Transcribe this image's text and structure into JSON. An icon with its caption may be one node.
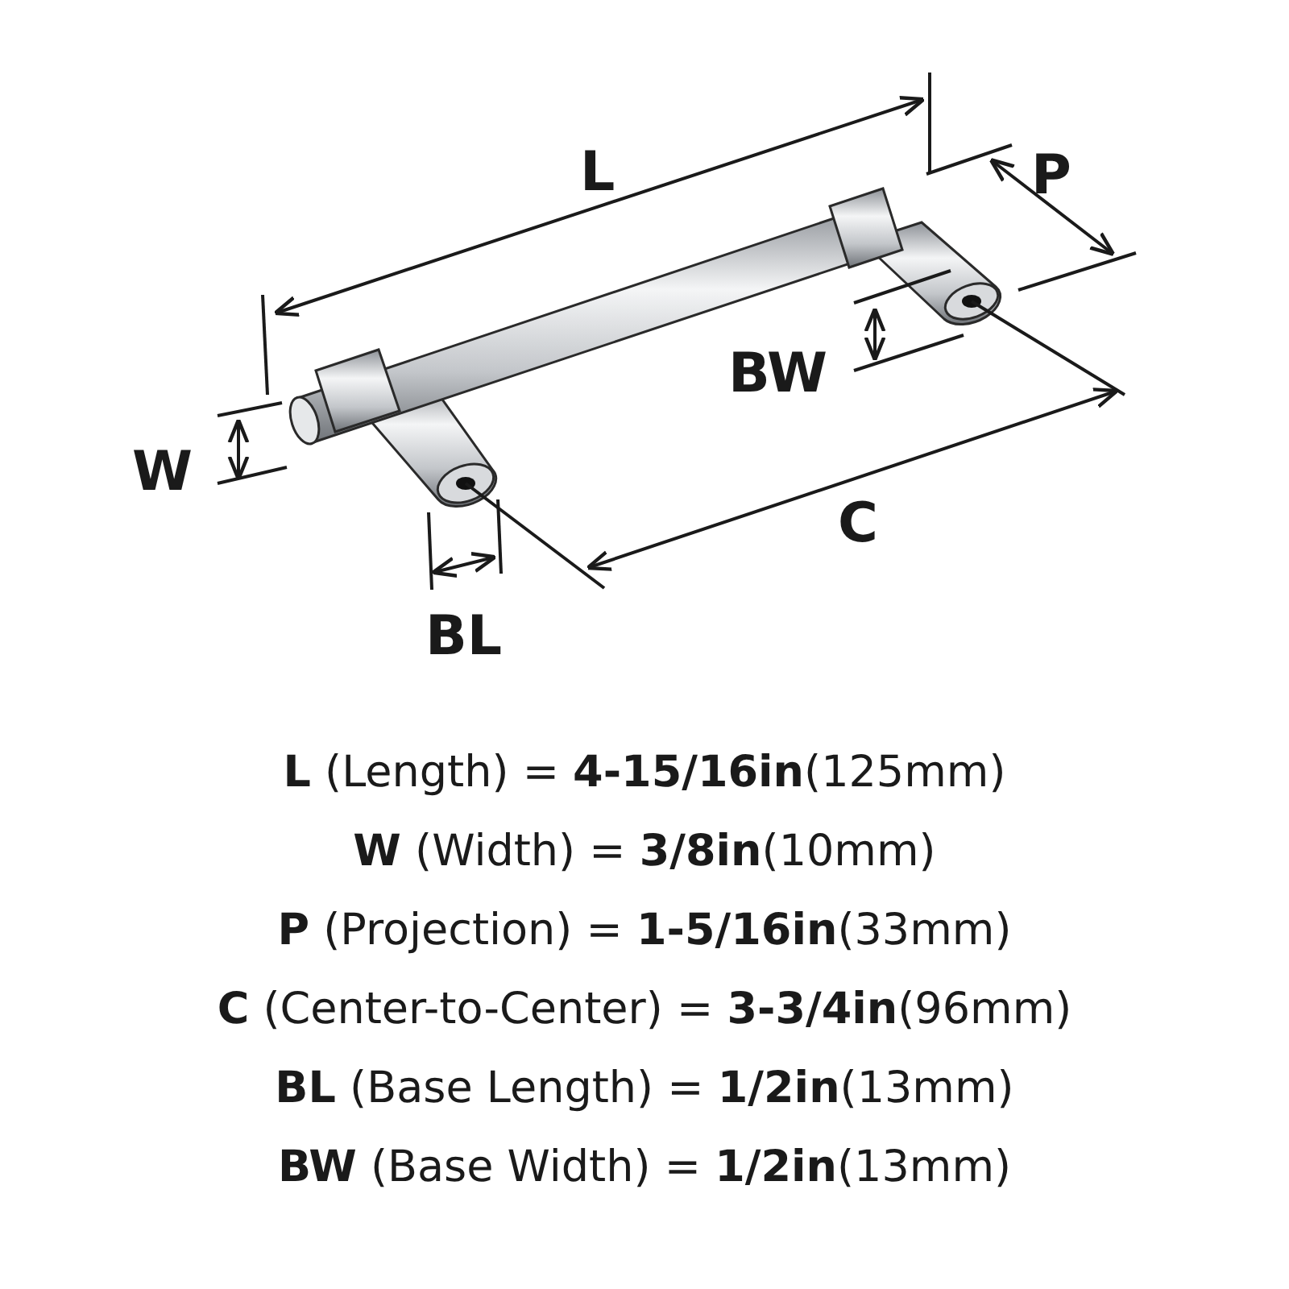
{
  "diagram": {
    "labels": [
      "L",
      "P",
      "BW",
      "W",
      "C",
      "BL",
      "**L** (Length) = **4-15/16in**(125mm)",
      "**W** (Width) = **3/8in**(10mm)",
      "**P** (Projection) = **1-5/16in**(33mm)",
      "**C** (Center-to-Center) = **3-3/4in**(96mm)",
      "**BL** (Base Length) = **1/2in**(13mm)",
      "**BW** (Base Width) = **1/2in**(13mm)"
    ]
  }
}
